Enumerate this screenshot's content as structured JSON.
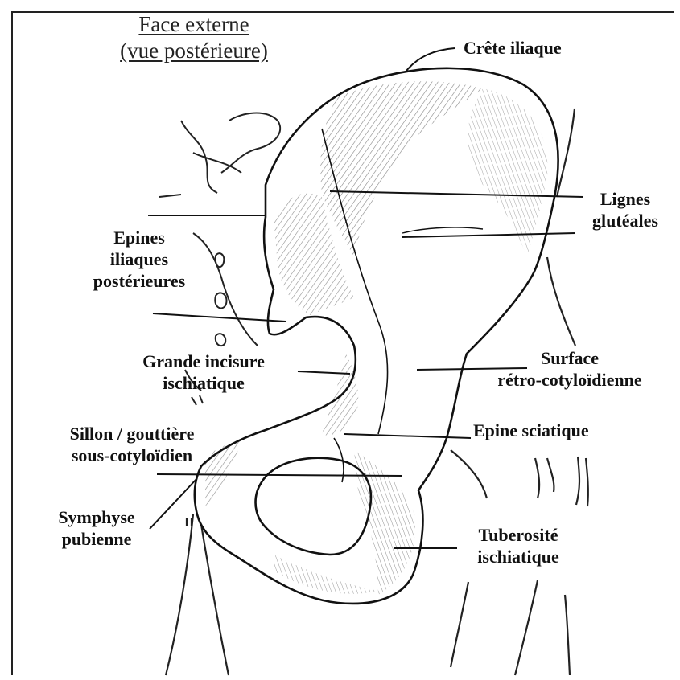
{
  "title": {
    "line1": "Face externe",
    "line2": "(vue postérieure)"
  },
  "labels": {
    "crete_iliaque": "Crête iliaque",
    "lignes_gluteales_1": "Lignes",
    "lignes_gluteales_2": "glutéales",
    "epines_1": "Epines",
    "epines_2": "iliaques",
    "epines_3": "postérieures",
    "grande_incisure_1": "Grande incisure",
    "grande_incisure_2": "ischiatique",
    "surface_1": "Surface",
    "surface_2": "rétro-cotyloïdienne",
    "epine_sciatique": "Epine sciatique",
    "sillon_1": "Sillon / gouttière",
    "sillon_2": "sous-cotyloïdien",
    "symphyse_1": "Symphyse",
    "symphyse_2": "pubienne",
    "tuberosite_1": "Tuberosité",
    "tuberosite_2": "ischiatique"
  },
  "colors": {
    "ink": "#111111",
    "background": "#ffffff"
  }
}
